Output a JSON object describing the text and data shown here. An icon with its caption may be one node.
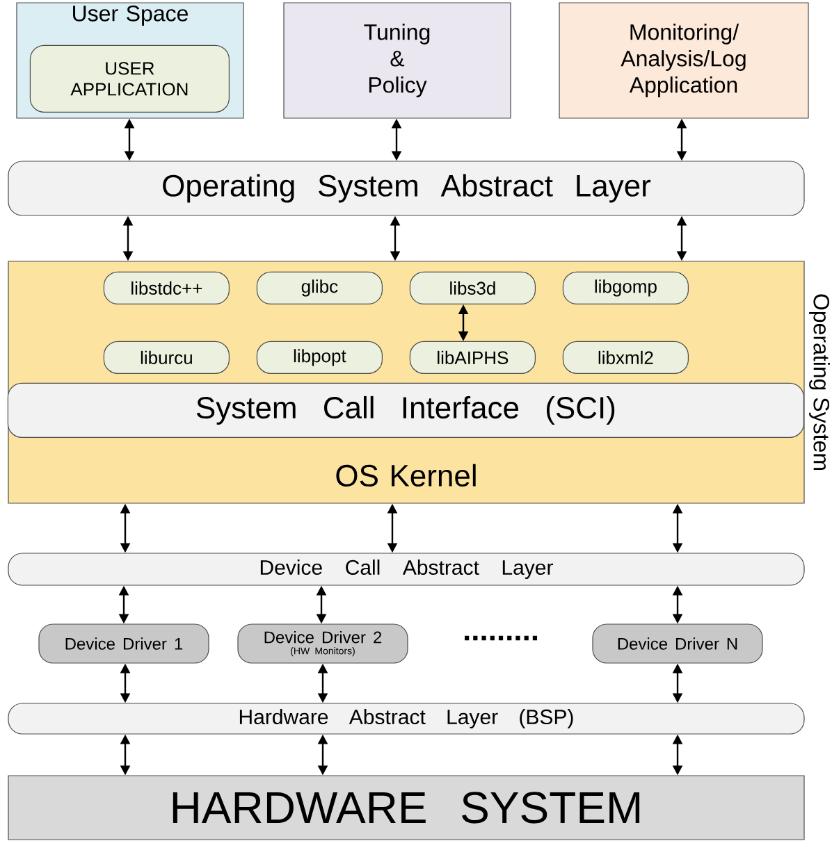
{
  "diagram": {
    "nodes": [
      {
        "text": [
          "User Space"
        ]
      },
      {
        "text": [
          "USER APPLICATION"
        ],
        "in": 0
      },
      {
        "text": [
          "Tuning & Policy"
        ]
      },
      {
        "text": [
          "Monitoring/ Analysis/Log Application"
        ]
      },
      {
        "text": [
          "Operating System Abstract Layer"
        ]
      },
      {
        "text": [
          "OS Kernel"
        ],
        "beside": [
          "Operating System"
        ]
      },
      {
        "text": [
          "libstdc++"
        ],
        "in": 5
      },
      {
        "text": [
          "glibc"
        ],
        "in": 5
      },
      {
        "text": [
          "libs3d"
        ],
        "in": 5
      },
      {
        "text": [
          "libgomp"
        ],
        "in": 5
      },
      {
        "text": [
          "liburcu"
        ],
        "in": 5
      },
      {
        "text": [
          "libpopt"
        ],
        "in": 5
      },
      {
        "text": [
          "libAIPHS"
        ],
        "in": 5
      },
      {
        "text": [
          "libxml2"
        ],
        "in": 5
      },
      {
        "text": [
          "System Call Interface (SCI)"
        ],
        "in": 5
      },
      {
        "text": [
          "Device Call Abstract Layer"
        ]
      },
      {
        "text": [
          "Device Driver 1"
        ]
      },
      {
        "text": [
          "Device Driver 2",
          "(HW Monitors)"
        ]
      },
      {
        "text": [
          "Device Driver N"
        ]
      },
      {
        "text": [
          "Hardware Abstract Layer (BSP)"
        ]
      },
      {
        "text": [
          "HARDWARE SYSTEM"
        ]
      }
    ],
    "edges": [
      {
        "from": 0,
        "to": 4,
        "arrow": "both"
      },
      {
        "from": 2,
        "to": 4,
        "arrow": "both"
      },
      {
        "from": 3,
        "to": 4,
        "arrow": "both"
      },
      {
        "from": 4,
        "to": 5,
        "arrow": "both"
      },
      {
        "from": 4,
        "to": 5,
        "arrow": "both"
      },
      {
        "from": 4,
        "to": 5,
        "arrow": "both"
      },
      {
        "from": 8,
        "to": 12,
        "arrow": "both"
      },
      {
        "from": 5,
        "to": 15,
        "arrow": "both"
      },
      {
        "from": 5,
        "to": 15,
        "arrow": "both"
      },
      {
        "from": 5,
        "to": 15,
        "arrow": "both"
      },
      {
        "from": 15,
        "to": 16,
        "arrow": "both"
      },
      {
        "from": 15,
        "to": 17,
        "arrow": "both"
      },
      {
        "from": 15,
        "to": 18,
        "arrow": "both"
      },
      {
        "from": 16,
        "to": 19,
        "arrow": "both"
      },
      {
        "from": 17,
        "to": 19,
        "arrow": "both"
      },
      {
        "from": 18,
        "to": 19,
        "arrow": "both"
      },
      {
        "from": 19,
        "to": 20,
        "arrow": "both"
      },
      {
        "from": 19,
        "to": 20,
        "arrow": "both"
      },
      {
        "from": 19,
        "to": 20,
        "arrow": "both"
      }
    ],
    "labels": [
      "........."
    ]
  }
}
